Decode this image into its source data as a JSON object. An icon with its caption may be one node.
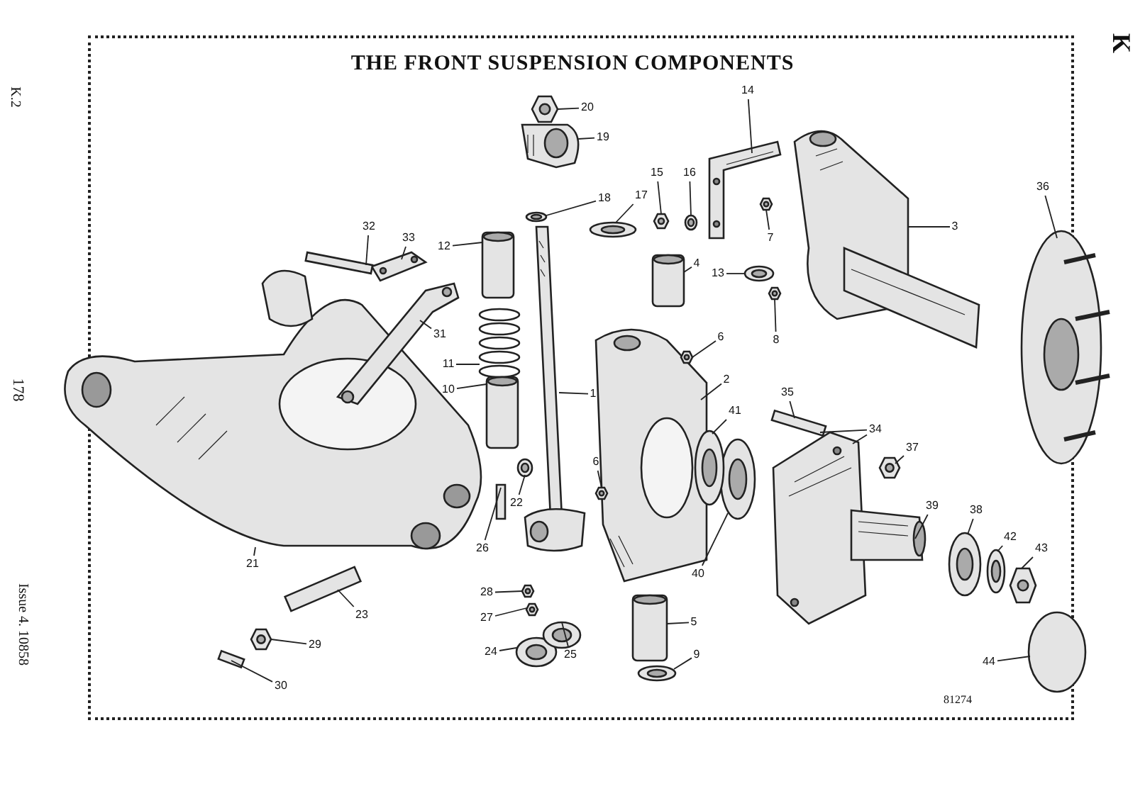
{
  "diagram": {
    "title": "THE FRONT SUSPENSION COMPONENTS",
    "nodes": [
      {
        "text": [
          "14"
        ]
      },
      {
        "text": [
          "20"
        ]
      },
      {
        "text": [
          "19"
        ]
      },
      {
        "text": [
          "15"
        ]
      },
      {
        "text": [
          "16"
        ]
      },
      {
        "text": [
          "36"
        ]
      },
      {
        "text": [
          "18"
        ]
      },
      {
        "text": [
          "17"
        ]
      },
      {
        "text": [
          "32"
        ]
      },
      {
        "text": [
          "3"
        ]
      },
      {
        "text": [
          "7"
        ]
      },
      {
        "text": [
          "33"
        ]
      },
      {
        "text": [
          "12"
        ]
      },
      {
        "text": [
          "4"
        ]
      },
      {
        "text": [
          "13"
        ]
      },
      {
        "text": [
          "31"
        ]
      },
      {
        "text": [
          "8"
        ]
      },
      {
        "text": [
          "6"
        ]
      },
      {
        "text": [
          "11"
        ]
      },
      {
        "text": [
          "2"
        ]
      },
      {
        "text": [
          "10"
        ]
      },
      {
        "text": [
          "1"
        ]
      },
      {
        "text": [
          "41"
        ]
      },
      {
        "text": [
          "35"
        ]
      },
      {
        "text": [
          "34"
        ]
      },
      {
        "text": [
          "37"
        ]
      },
      {
        "text": [
          "6"
        ]
      },
      {
        "text": [
          "22"
        ]
      },
      {
        "text": [
          "39"
        ]
      },
      {
        "text": [
          "38"
        ]
      },
      {
        "text": [
          "42"
        ]
      },
      {
        "text": [
          "26"
        ]
      },
      {
        "text": [
          "43"
        ]
      },
      {
        "text": [
          "21"
        ]
      },
      {
        "text": [
          "40"
        ]
      },
      {
        "text": [
          "28"
        ]
      },
      {
        "text": [
          "23"
        ]
      },
      {
        "text": [
          "27"
        ]
      },
      {
        "text": [
          "5"
        ]
      },
      {
        "text": [
          "29"
        ]
      },
      {
        "text": [
          "24"
        ]
      },
      {
        "text": [
          "25"
        ]
      },
      {
        "text": [
          "9"
        ]
      },
      {
        "text": [
          "44"
        ]
      },
      {
        "text": [
          "30"
        ]
      },
      {
        "text": [],
        "shape": "picture"
      },
      {
        "text": [],
        "shape": "hexagon"
      },
      {
        "text": [],
        "shape": "picture"
      },
      {
        "text": [],
        "shape": "hexagon"
      },
      {
        "text": [],
        "shape": "ring"
      },
      {
        "text": [],
        "shape": "picture"
      },
      {
        "text": [],
        "shape": "ring"
      },
      {
        "text": [],
        "shape": "ring"
      },
      {
        "text": [],
        "shape": "bar"
      },
      {
        "text": [],
        "shape": "picture"
      },
      {
        "text": [],
        "shape": "hexagon"
      },
      {
        "text": [],
        "shape": "picture"
      },
      {
        "text": [],
        "shape": "cylinder"
      },
      {
        "text": [],
        "shape": "cylinder"
      },
      {
        "text": [],
        "shape": "ring"
      },
      {
        "text": [],
        "shape": "picture"
      },
      {
        "text": [],
        "shape": "hexagon"
      },
      {
        "text": [],
        "shape": "hexagon"
      },
      {
        "text": [],
        "shape": "picture"
      },
      {
        "text": [],
        "shape": "picture"
      },
      {
        "text": [],
        "shape": "cylinder"
      },
      {
        "text": [],
        "shape": "picture"
      },
      {
        "text": [],
        "shape": "ring"
      },
      {
        "text": [],
        "shape": "bar"
      },
      {
        "text": [],
        "shape": "picture"
      },
      {
        "text": [],
        "shape": "hexagon"
      },
      {
        "text": [],
        "shape": "hexagon"
      },
      {
        "text": [],
        "shape": "ring"
      },
      {
        "text": [],
        "shape": "picture"
      },
      {
        "text": [],
        "shape": "ring"
      },
      {
        "text": [],
        "shape": "ring"
      },
      {
        "text": [],
        "shape": "bar"
      },
      {
        "text": [],
        "shape": "hexagon"
      },
      {
        "text": [],
        "shape": "picture"
      },
      {
        "text": [],
        "shape": "ring"
      },
      {
        "text": [],
        "shape": "hexagon"
      },
      {
        "text": [],
        "shape": "bar"
      },
      {
        "text": [],
        "shape": "hexagon"
      },
      {
        "text": [],
        "shape": "cylinder"
      },
      {
        "text": [],
        "shape": "hexagon"
      },
      {
        "text": [],
        "shape": "ring"
      },
      {
        "text": [],
        "shape": "ring"
      },
      {
        "text": [],
        "shape": "ring"
      },
      {
        "text": [],
        "shape": "circle"
      },
      {
        "text": [],
        "shape": "bar"
      }
    ],
    "edges": [
      {
        "from": 0,
        "to": 45,
        "arrow": "none"
      },
      {
        "from": 1,
        "to": 46,
        "arrow": "none"
      },
      {
        "from": 2,
        "to": 47,
        "arrow": "none"
      },
      {
        "from": 3,
        "to": 48,
        "arrow": "none"
      },
      {
        "from": 4,
        "to": 49,
        "arrow": "none"
      },
      {
        "from": 5,
        "to": 50,
        "arrow": "none"
      },
      {
        "from": 6,
        "to": 51,
        "arrow": "none"
      },
      {
        "from": 7,
        "to": 52,
        "arrow": "none"
      },
      {
        "from": 8,
        "to": 53,
        "arrow": "none"
      },
      {
        "from": 9,
        "to": 54,
        "arrow": "none"
      },
      {
        "from": 10,
        "to": 55,
        "arrow": "none"
      },
      {
        "from": 11,
        "to": 56,
        "arrow": "none"
      },
      {
        "from": 12,
        "to": 57,
        "arrow": "none"
      },
      {
        "from": 13,
        "to": 58,
        "arrow": "none"
      },
      {
        "from": 14,
        "to": 59,
        "arrow": "none"
      },
      {
        "from": 15,
        "to": 60,
        "arrow": "none"
      },
      {
        "from": 16,
        "to": 61,
        "arrow": "none"
      },
      {
        "from": 17,
        "to": 62,
        "arrow": "none"
      },
      {
        "from": 18,
        "to": 63,
        "arrow": "none"
      },
      {
        "from": 19,
        "to": 64,
        "arrow": "none"
      },
      {
        "from": 20,
        "to": 65,
        "arrow": "none"
      },
      {
        "from": 21,
        "to": 66,
        "arrow": "none"
      },
      {
        "from": 22,
        "to": 67,
        "arrow": "none"
      },
      {
        "from": 23,
        "to": 68,
        "arrow": "none"
      },
      {
        "from": 24,
        "to": 69,
        "arrow": "none"
      },
      {
        "from": 24,
        "to": 69,
        "arrow": "none"
      },
      {
        "from": 25,
        "to": 70,
        "arrow": "none"
      },
      {
        "from": 26,
        "to": 71,
        "arrow": "none"
      },
      {
        "from": 27,
        "to": 72,
        "arrow": "none"
      },
      {
        "from": 28,
        "to": 73,
        "arrow": "none"
      },
      {
        "from": 29,
        "to": 74,
        "arrow": "none"
      },
      {
        "from": 30,
        "to": 75,
        "arrow": "none"
      },
      {
        "from": 31,
        "to": 76,
        "arrow": "none"
      },
      {
        "from": 32,
        "to": 77,
        "arrow": "none"
      },
      {
        "from": 33,
        "to": 78,
        "arrow": "none"
      },
      {
        "from": 34,
        "to": 79,
        "arrow": "none"
      },
      {
        "from": 35,
        "to": 80,
        "arrow": "none"
      },
      {
        "from": 36,
        "to": 81,
        "arrow": "none"
      },
      {
        "from": 37,
        "to": 82,
        "arrow": "none"
      },
      {
        "from": 38,
        "to": 83,
        "arrow": "none"
      },
      {
        "from": 39,
        "to": 84,
        "arrow": "none"
      },
      {
        "from": 40,
        "to": 85,
        "arrow": "none"
      },
      {
        "from": 41,
        "to": 86,
        "arrow": "none"
      },
      {
        "from": 42,
        "to": 87,
        "arrow": "none"
      },
      {
        "from": 43,
        "to": 88,
        "arrow": "none"
      },
      {
        "from": 44,
        "to": 89,
        "arrow": "none"
      }
    ],
    "labels": [
      "K.2",
      "K",
      "178",
      "Issue 4. 10858",
      "81274"
    ]
  }
}
